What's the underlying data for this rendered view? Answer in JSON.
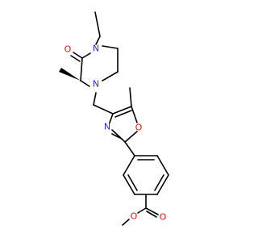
{
  "molecule": {
    "atoms": {
      "n_piperazine_top": {
        "symbol": "N",
        "color": "#2a2aff"
      },
      "n_piperazine_bottom": {
        "symbol": "N",
        "color": "#2a2aff"
      },
      "o_ketone": {
        "symbol": "O",
        "color": "#ff0d0d"
      },
      "n_oxazole": {
        "symbol": "N",
        "color": "#2a2aff"
      },
      "o_oxazole": {
        "symbol": "O",
        "color": "#ff0d0d"
      },
      "o_ester_carbonyl": {
        "symbol": "O",
        "color": "#ff0d0d"
      },
      "o_ester_ether": {
        "symbol": "O",
        "color": "#ff0d0d"
      }
    },
    "bond_color": "#000000"
  }
}
